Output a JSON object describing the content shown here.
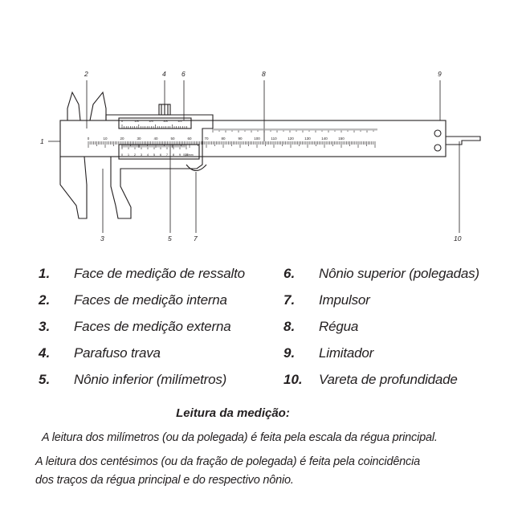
{
  "diagram": {
    "callouts": [
      "1",
      "2",
      "3",
      "4",
      "5",
      "6",
      "7",
      "8",
      "9",
      "10"
    ],
    "main_scale_labels": [
      "0",
      "10",
      "20",
      "30",
      "40",
      "50",
      "60",
      "70",
      "80",
      "90",
      "100",
      "110",
      "120",
      "130",
      "140",
      "150"
    ],
    "upper_vernier_labels": [
      "0",
      "1/8",
      "1/4",
      "3/8",
      "1/2"
    ],
    "lower_vernier_labels": [
      "0",
      "1",
      "2",
      "3",
      "4",
      "5",
      "6",
      "7",
      "8",
      "9",
      "10"
    ],
    "precision_label": "0,05mm"
  },
  "legend": [
    {
      "num": "1.",
      "text": "Face de medição de ressalto"
    },
    {
      "num": "2.",
      "text": "Faces de medição interna"
    },
    {
      "num": "3.",
      "text": "Faces de medição externa"
    },
    {
      "num": "4.",
      "text": "Parafuso trava"
    },
    {
      "num": "5.",
      "text": "Nônio inferior (milímetros)"
    },
    {
      "num": "6.",
      "text": "Nônio superior (polegadas)"
    },
    {
      "num": "7.",
      "text": "Impulsor"
    },
    {
      "num": "8.",
      "text": "Régua"
    },
    {
      "num": "9.",
      "text": "Limitador"
    },
    {
      "num": "10.",
      "text": "Vareta de profundidade"
    }
  ],
  "reading": {
    "title": "Leitura da medição:",
    "paragraph1": "A leitura dos milímetros (ou da polegada) é feita pela escala da régua principal.",
    "paragraph2_line1": "A leitura dos centésimos (ou da fração de polegada) é feita pela coincidência",
    "paragraph2_line2": "dos traços da régua principal e do respectivo nônio."
  }
}
